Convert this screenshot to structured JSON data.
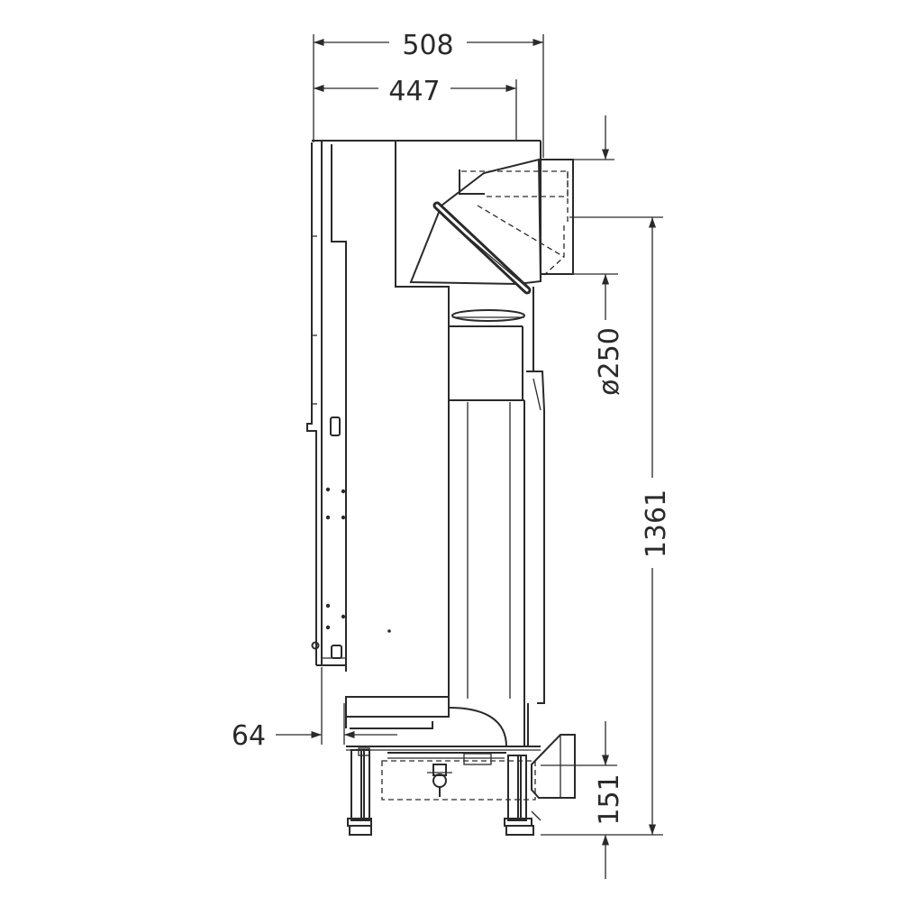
{
  "dimensions": {
    "overall_depth": "508",
    "body_depth": "447",
    "flue_diameter": "ø250",
    "flue_height": "1361",
    "front_offset": "64",
    "inlet_height": "151"
  }
}
